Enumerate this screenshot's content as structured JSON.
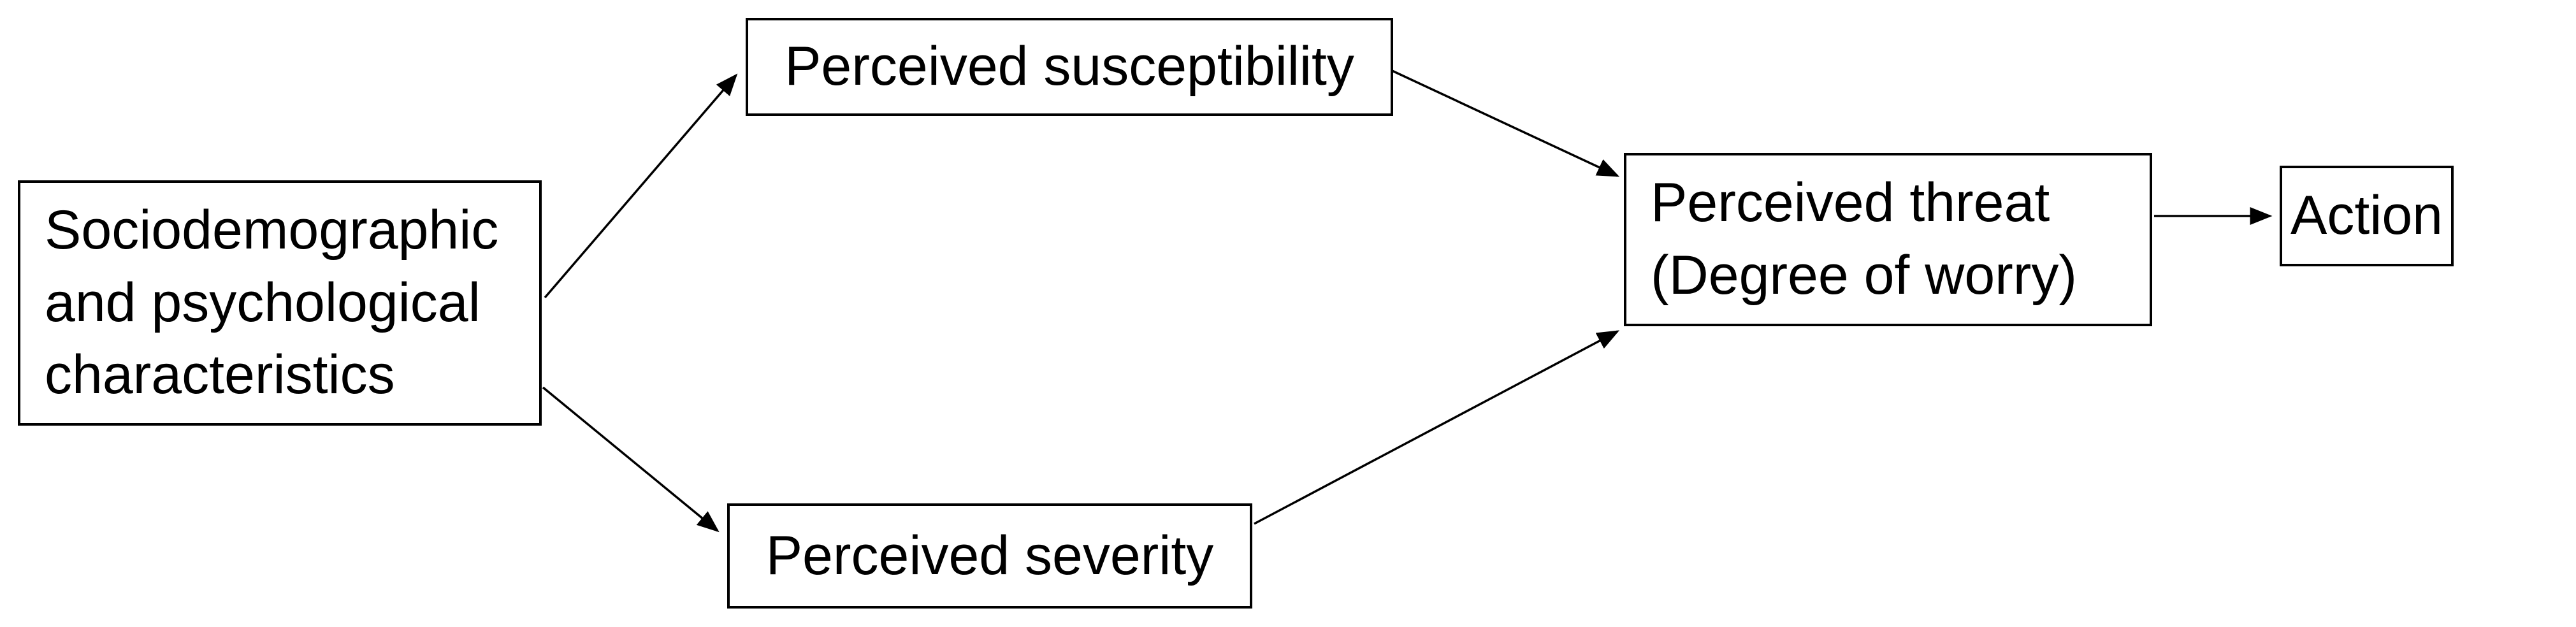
{
  "diagram": {
    "nodes": {
      "socio": {
        "label": "Sociodemographic and psychological characteristics",
        "lines": [
          "Sociodemographic",
          "and psychological",
          "characteristics"
        ]
      },
      "susceptibility": {
        "label": "Perceived susceptibility"
      },
      "severity": {
        "label": "Perceived severity"
      },
      "threat": {
        "label": "Perceived threat (Degree of worry)",
        "lines": [
          "Perceived threat",
          "(Degree of worry)"
        ]
      },
      "action": {
        "label": "Action"
      }
    },
    "edges": [
      {
        "from": "socio",
        "to": "susceptibility"
      },
      {
        "from": "socio",
        "to": "severity"
      },
      {
        "from": "susceptibility",
        "to": "threat"
      },
      {
        "from": "severity",
        "to": "threat"
      },
      {
        "from": "threat",
        "to": "action"
      }
    ],
    "colors": {
      "background": "#ffffff",
      "box_border": "#000000",
      "text": "#000000",
      "arrow": "#000000"
    }
  }
}
